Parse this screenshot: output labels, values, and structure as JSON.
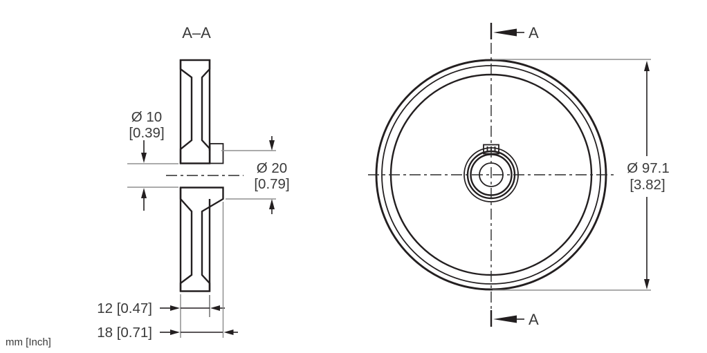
{
  "meta": {
    "units_note": "mm [Inch]"
  },
  "section_view": {
    "label": "A–A",
    "dim_bore": {
      "mm": "Ø 10",
      "inch": "[0.39]"
    },
    "dim_hub": {
      "mm": "Ø 20",
      "inch": "[0.79]"
    },
    "dim_rim_width": "12 [0.47]",
    "dim_overall_width": "18 [0.71]"
  },
  "front_view": {
    "cut_label_top": "A",
    "cut_label_bottom": "A",
    "dim_outer": {
      "mm": "Ø 97.1",
      "inch": "[3.82]"
    }
  },
  "colors": {
    "line": "#231f20",
    "extension_line": "#8f8f8f",
    "text": "#3a3a3a",
    "hatch": "#3f3f3f",
    "background": "#ffffff"
  }
}
